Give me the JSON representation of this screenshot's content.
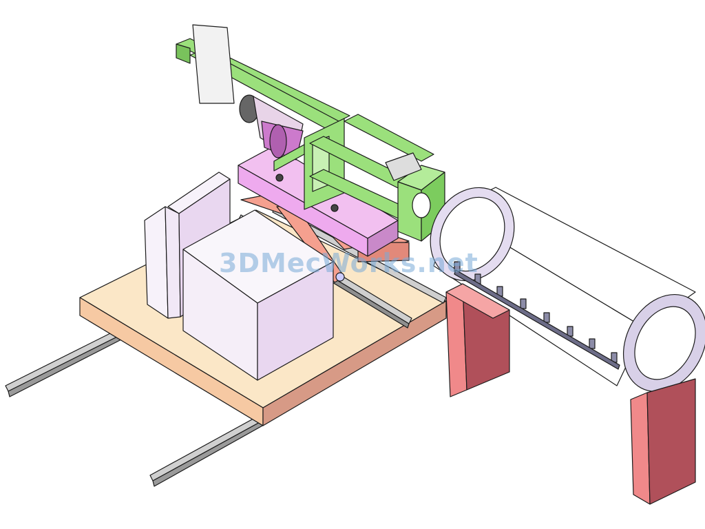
{
  "watermark": {
    "text": "3DMecWorks.net"
  },
  "colors": {
    "platform_top": "#fbe7c7",
    "platform_front": "#f6c9a3",
    "platform_side": "#d79a86",
    "rail": "#c7c7c7",
    "box_light": "#f7f2fa",
    "box_side": "#e9d7f0",
    "scissor": "#f5a08f",
    "table_pink": "#eeaaee",
    "frame_green": "#9be07c",
    "motor_magenta": "#cc7acc",
    "tube": "#ffffff",
    "tube_rim": "#d8d0e8",
    "support_front": "#f0898a",
    "support_side": "#b0505a",
    "outline": "#1a1a1a"
  },
  "parts": [
    "base-platform",
    "floor-rail-left",
    "floor-rail-right",
    "platform-rail-1",
    "platform-rail-2",
    "tall-block",
    "cube-block",
    "scissor-lift",
    "lift-table",
    "green-frame",
    "drive-motor",
    "pipe-tube",
    "tube-clamps",
    "support-pillar-front",
    "support-pillar-rear"
  ]
}
